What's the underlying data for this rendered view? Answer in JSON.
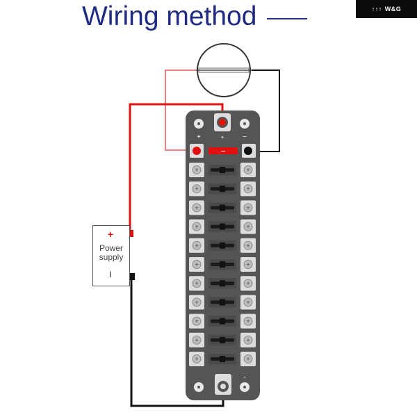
{
  "header": {
    "title": "Wiring method",
    "brand_logo": "W&G",
    "brand_logo_mark": "↑↑↑"
  },
  "power_supply": {
    "plus_label": "+",
    "label_line1": "Power",
    "label_line2": "supply",
    "minus_label": "I"
  },
  "fuse_block": {
    "fuse_count": 11,
    "top_terminal_labels": [
      "+",
      "−"
    ],
    "indicator_label": "•••"
  },
  "colors": {
    "title": "#1f2a82",
    "positive_wire": "#e01010",
    "light_wire": "#f08080",
    "negative_wire": "#111111",
    "block_body": "#555555",
    "fuse_pad": "#d9d9d9",
    "logo_bg": "#0b0b0b"
  },
  "components": {
    "load": "lamp-circle",
    "ground": "screw-terminal"
  }
}
